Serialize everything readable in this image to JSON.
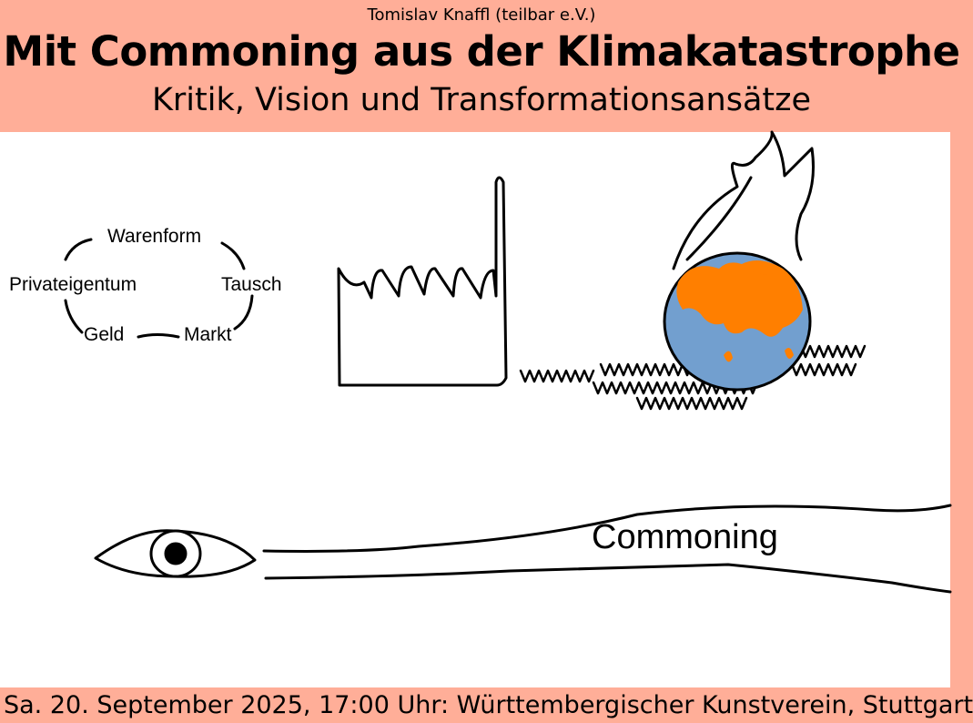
{
  "header": {
    "author": "Tomislav Knaffl (teilbar e.V.)",
    "title": "Mit Commoning aus der Klimakatastrophe",
    "subtitle": "Kritik, Vision und Transformationsansätze"
  },
  "cycle": {
    "warenform": "Warenform",
    "tausch": "Tausch",
    "markt": "Markt",
    "geld": "Geld",
    "privateigentum": "Privateigentum"
  },
  "path": {
    "label": "Commoning"
  },
  "footer": {
    "text": "Sa. 20. September 2025, 17:00 Uhr: Württembergischer Kunstverein, Stuttgart"
  },
  "colors": {
    "background": "#ffae98",
    "canvas": "#ffffff",
    "ocean": "#729fcf",
    "land": "#ff7f00",
    "stroke": "#000000"
  },
  "icons": [
    "factory-icon",
    "burning-earth-icon",
    "grass-icon",
    "eye-icon"
  ]
}
